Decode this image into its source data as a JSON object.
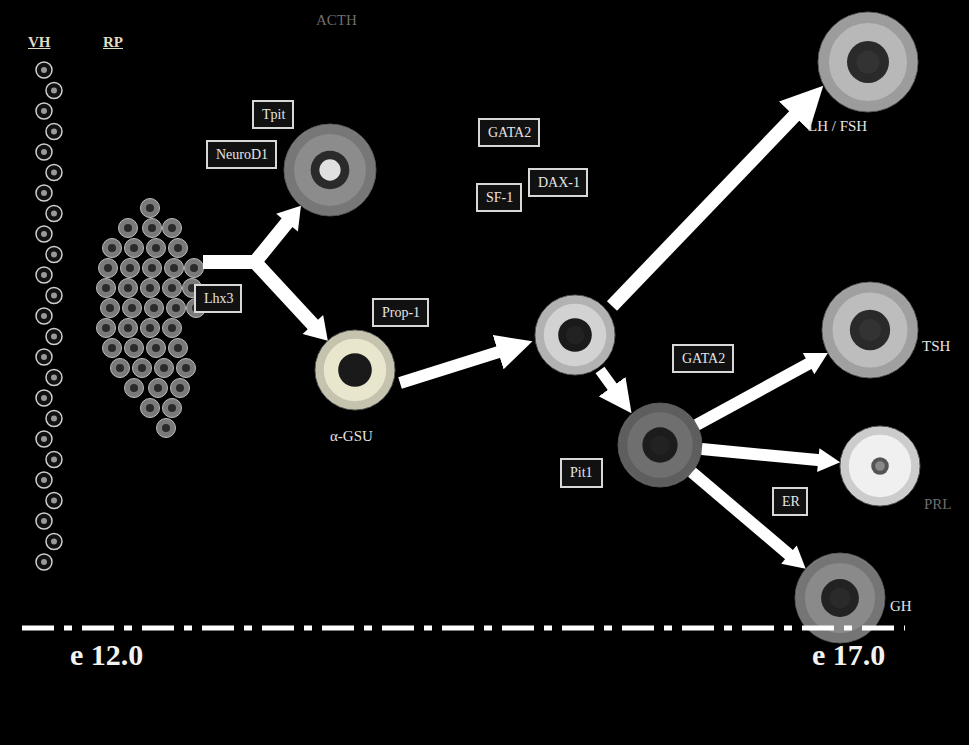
{
  "diagram": {
    "nodes": [
      {
        "text": [
          "VH"
        ]
      },
      {
        "text": [
          "RP"
        ]
      },
      {
        "text": [
          "ACTH"
        ]
      },
      {
        "text": [
          "Tpit"
        ]
      },
      {
        "text": [
          "NeuroD1"
        ]
      },
      {
        "text": [
          "Lhx3"
        ]
      },
      {
        "text": [
          "α-GSU"
        ]
      },
      {
        "text": [
          "Prop-1"
        ]
      },
      {
        "text": [
          "GATA2"
        ]
      },
      {
        "text": [
          "SF-1"
        ]
      },
      {
        "text": [
          "DAX-1"
        ]
      },
      {
        "text": [
          "LH / FSH"
        ]
      },
      {
        "text": [
          "Pit1"
        ]
      },
      {
        "text": [
          "GATA2"
        ]
      },
      {
        "text": [
          "TSH"
        ]
      },
      {
        "text": [
          "ER"
        ]
      },
      {
        "text": [
          "PRL"
        ]
      },
      {
        "text": [
          "GH"
        ]
      }
    ],
    "edges": [
      {
        "from": 1,
        "to": 2,
        "arrow": "to"
      },
      {
        "from": 1,
        "to": 6,
        "arrow": "to"
      },
      {
        "from": 12,
        "to": 14,
        "arrow": "to"
      },
      {
        "from": 12,
        "to": 16,
        "arrow": "to"
      },
      {
        "from": 12,
        "to": 17,
        "arrow": "to"
      }
    ],
    "labels": [
      "e 12.0",
      "e 17.0"
    ]
  }
}
